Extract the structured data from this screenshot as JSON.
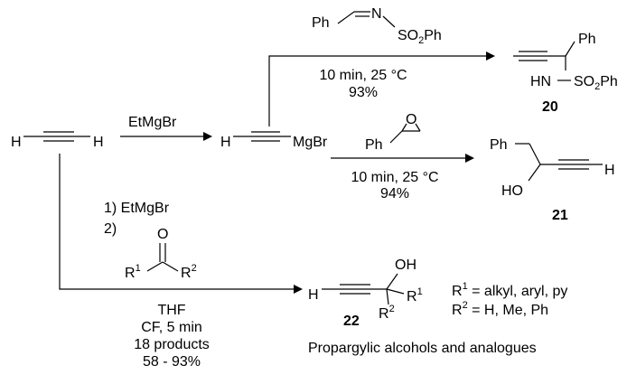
{
  "start": {
    "left_h": "H",
    "right_h": "H"
  },
  "reagent_grignard": "EtMgBr",
  "intermediate": {
    "h": "H",
    "mgbr": "MgBr"
  },
  "top": {
    "reagent": {
      "ph": "Ph",
      "n": "N",
      "so2ph": "SO",
      "so2sub": "2",
      "so2ph_tail": "Ph"
    },
    "conditions": "10 min, 25 °C",
    "yield": "93%",
    "product": {
      "ph": "Ph",
      "hn": "HN",
      "so2": "SO",
      "sub": "2",
      "tail": "Ph",
      "number": "20"
    }
  },
  "middle": {
    "reagent": {
      "ph": "Ph",
      "o": "O"
    },
    "conditions": "10 min, 25 °C",
    "yield": "94%",
    "product": {
      "ph": "Ph",
      "ho": "HO",
      "h": "H",
      "number": "21"
    }
  },
  "bottom": {
    "step1": "1) EtMgBr",
    "step2": "2)",
    "ketone": {
      "o": "O",
      "r1": "R",
      "r1sup": "1",
      "r2": "R",
      "r2sup": "2"
    },
    "conditions": [
      "THF",
      "CF, 5 min",
      "18 products",
      "58 - 93%"
    ],
    "product": {
      "h": "H",
      "oh": "OH",
      "r1": "R",
      "r1sup": "1",
      "r2": "R",
      "r2sup": "2",
      "number": "22"
    },
    "r1_def": {
      "r": "R",
      "sup": "1",
      "text": " = alkyl, aryl, py"
    },
    "r2_def": {
      "r": "R",
      "sup": "2",
      "text": " = H, Me, Ph"
    },
    "caption": "Propargylic alcohols and analogues"
  }
}
